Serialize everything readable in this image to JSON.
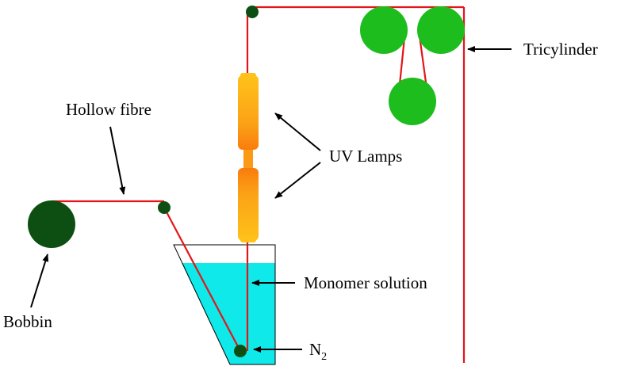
{
  "labels": {
    "hollow_fibre": "Hollow fibre",
    "uv_lamps": "UV Lamps",
    "tricylinder": "Tricylinder",
    "monomer_solution": "Monomer solution",
    "bobbin": "Bobbin",
    "n2_base": "N",
    "n2_subscript": "2"
  },
  "colors": {
    "fibre": "#e3151a",
    "bobbin": "#0d4f12",
    "guide_roller": "#0d4f12",
    "tricylinder": "#1ebd1e",
    "uv_lamp_light": "#ffc21a",
    "uv_lamp_dark": "#f97c0e",
    "solution": "#10e9e9",
    "arrow": "#000000"
  }
}
